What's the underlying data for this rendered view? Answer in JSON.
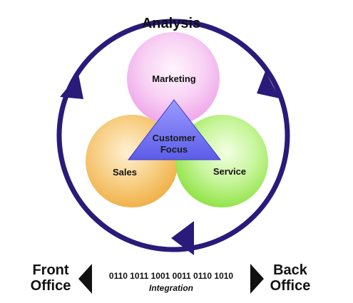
{
  "title": "Analysis",
  "circles": {
    "marketing": "Marketing",
    "sales": "Sales",
    "service": "Service"
  },
  "center": {
    "line1": "Customer",
    "line2": "Focus"
  },
  "bottom": {
    "left_line1": "Front",
    "left_line2": "Office",
    "right_line1": "Back",
    "right_line2": "Office",
    "binary": "0110 1011 1001 0011 0110 1010",
    "integration": "Integration"
  },
  "colors": {
    "cycle": "#2a1a7a",
    "marketing": "#f4bff0",
    "sales": "#f2c46a",
    "service": "#a9ee6a",
    "triangle": "#7070f0",
    "arrow": "#111111"
  },
  "icons": {
    "cycle_arrows": "cycle-arrow-icon",
    "left_arrow": "left-arrow-icon",
    "right_arrow": "right-arrow-icon"
  }
}
